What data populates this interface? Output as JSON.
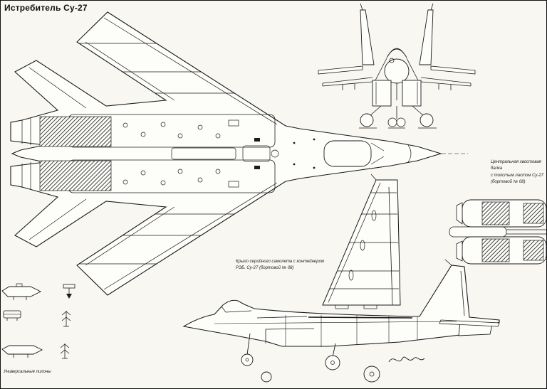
{
  "title": "Истребитель Су-27",
  "captions": {
    "tail_beam": "Центральная хвостовая балка\nс толстым ластом Су-27\n(бортовой № 08)",
    "wing": "Крыло серийного самолета с контейнером\nРЭБ. Су-27 (бортовой № 08)",
    "pylons": "Универсальные пилоны"
  },
  "colors": {
    "paper": "#f8f7f2",
    "ink": "#1b1b1b"
  }
}
